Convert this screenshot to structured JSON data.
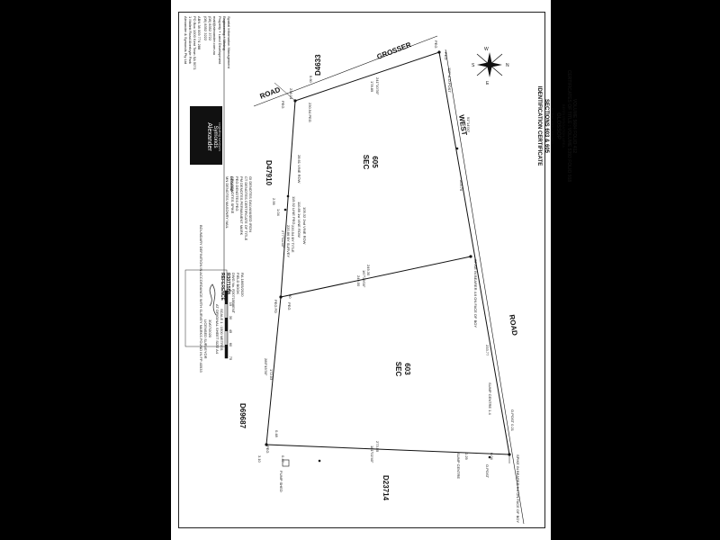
{
  "surveyor": {
    "company": "Alexander & Symonds Pty Ltd",
    "address1": "1 Mallett Road Aberfoyle Park",
    "address2": "PO Box 1000 Kent Town SA 5071",
    "abn": "ABN 38 009 774 288",
    "phone": "(08) 8352 3222",
    "fax": "(08) 8352 3722",
    "email": "mail@alexander.com.au",
    "services": [
      "Property + Land Development",
      "Engineering + Mining",
      "Spatial Information Management"
    ],
    "logo": [
      "Alexander",
      "Symonds",
      "consulting surveyors"
    ]
  },
  "title": {
    "cert": "IDENTIFICATION CERTIFICATE",
    "sections": "SECTIONS 603 & 605",
    "in_area": "IN THE AREA NAMED",
    "area": "GLOSSOP",
    "hundred": "BERRI IRRIGATION AREA",
    "cot1": "CERTIFICATES OF TITLE : VOLUME 5393 FOLIO 918",
    "cot2": "VOLUME 5684 FOLIO 412"
  },
  "legend": {
    "heading": "LEGEND",
    "items": [
      "MN  DENOTES MASONRY NAIL",
      "SPK  DENOTES SPIKE",
      "PEG  DENOTES PEG",
      "PM  DENOTES PERMANENT MARK",
      "CT  DENOTES CERTIFICATE OF TITLE",
      "GI  DENOTES GALVANISED IRON"
    ],
    "boundary_note": "BOUNDARY DEFINITION IN ACCORDANCE WITH SURVEY MARKS FOUND IN FP 40933"
  },
  "scale": {
    "ticks": [
      "0",
      "15",
      "30",
      "45",
      "60",
      "75"
    ],
    "text": "SCALE 1 : 1500 METRES",
    "sheet": "AT ORIGINAL SHEET SIZE A4"
  },
  "signature": {
    "role": "LICENSED SURVEYOR",
    "date": "30/07/2020"
  },
  "reference": {
    "label": "REFERENCE",
    "number": "R30715B8",
    "dwg": "DWG No. R30715B8ENT",
    "fieldbook": "FIELD BOOK",
    "rev": "RA  18/05/2020"
  },
  "map": {
    "north": {
      "n": "N",
      "s": "S",
      "e": "E",
      "w": "W"
    },
    "roads": [
      "GROSSER",
      "ROAD",
      "WEST",
      "ROAD"
    ],
    "parcels": [
      "D4633",
      "D47910",
      "D69687",
      "D23714"
    ],
    "sections": [
      {
        "label": "SEC",
        "num": "605"
      },
      {
        "label": "SEC",
        "num": "603"
      }
    ],
    "dimensions": [
      "178.89",
      "241°10'30\"",
      "236.14",
      "5.60",
      "230.54 PEG",
      "PEG",
      "28.61 VINE ROW",
      "115.92 LINE PEG",
      "110.89 1st VINE ROW",
      "105.32 2nd VINE ROW",
      "2.99",
      "1.04",
      "220.54 BY TITLE",
      "220.86 BY SURVEY",
      "277°54'40\"",
      "249.30",
      "167°29'00\"",
      "249.00",
      "PEG FD",
      "PEG",
      "60",
      "203.76",
      "110° A.O.POST",
      "91°14'00\"",
      "233.77",
      "172.03",
      "289°45'30\"",
      "0.48",
      "3.10",
      "0.47",
      "PUMP SHED",
      "273.55",
      "181°02'40\"",
      "SUMP CENTRE",
      "0.29",
      "0.04",
      "O.POST",
      "SUMP CENTRE 1.4",
      "O.POST 0.21",
      "SPIKE IN BEARER 4.6 ON FACE OF BOY",
      "SPIKE IN BEARER 6.6 ON FACE OF BOY",
      "PEG",
      "PEG",
      "PEG"
    ]
  }
}
